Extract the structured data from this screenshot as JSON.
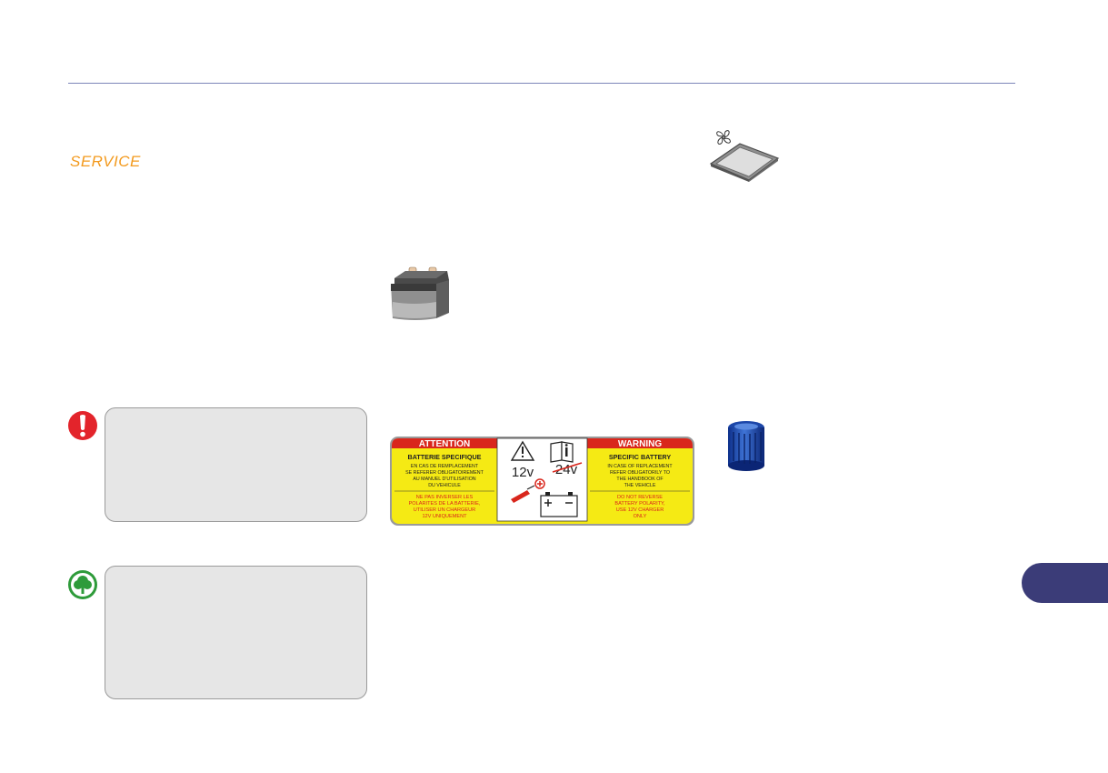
{
  "header": {
    "section_title": "SERVICE"
  },
  "label": {
    "left_heading": "ATTENTION",
    "right_heading": "WARNING",
    "left_title": "BATTERIE SPECIFIQUE",
    "left_line1": "EN CAS DE REMPLACEMENT",
    "left_line2": "SE REFERER OBLIGATOIREMENT",
    "left_line3": "AU MANUEL D'UTILISATION",
    "left_line4": "DU VEHICULE",
    "left_red1": "NE PAS INVERSER LES",
    "left_red2": "POLARITES DE LA BATTERIE,",
    "left_red3": "UTILISER UN CHARGEUR",
    "left_red4": "12V UNIQUEMENT",
    "center_volt": "12v",
    "center_volt_crossed": "24v",
    "right_title": "SPECIFIC BATTERY",
    "right_line1": "IN CASE OF REPLACEMENT",
    "right_line2": "REFER OBLIGATORILY TO",
    "right_line3": "THE HANDBOOK OF",
    "right_line4": "THE VEHICLE",
    "right_red1": "DO NOT REVERSE",
    "right_red2": "BATTERY POLARITY,",
    "right_red3": "USE 12V CHARGER",
    "right_red4": "ONLY"
  },
  "icons": {
    "warning": "exclamation-icon",
    "eco": "tree-icon",
    "battery": "battery-icon",
    "filter": "cabin-filter-icon",
    "oil": "oil-filter-icon"
  },
  "colors": {
    "accent_orange": "#f39a1e",
    "rule_blue": "#7c86b8",
    "tab_navy": "#3b3c78",
    "warning_red": "#e3242b",
    "eco_green": "#2e9b3a",
    "label_yellow": "#f5ea14",
    "label_red": "#d9261c"
  }
}
